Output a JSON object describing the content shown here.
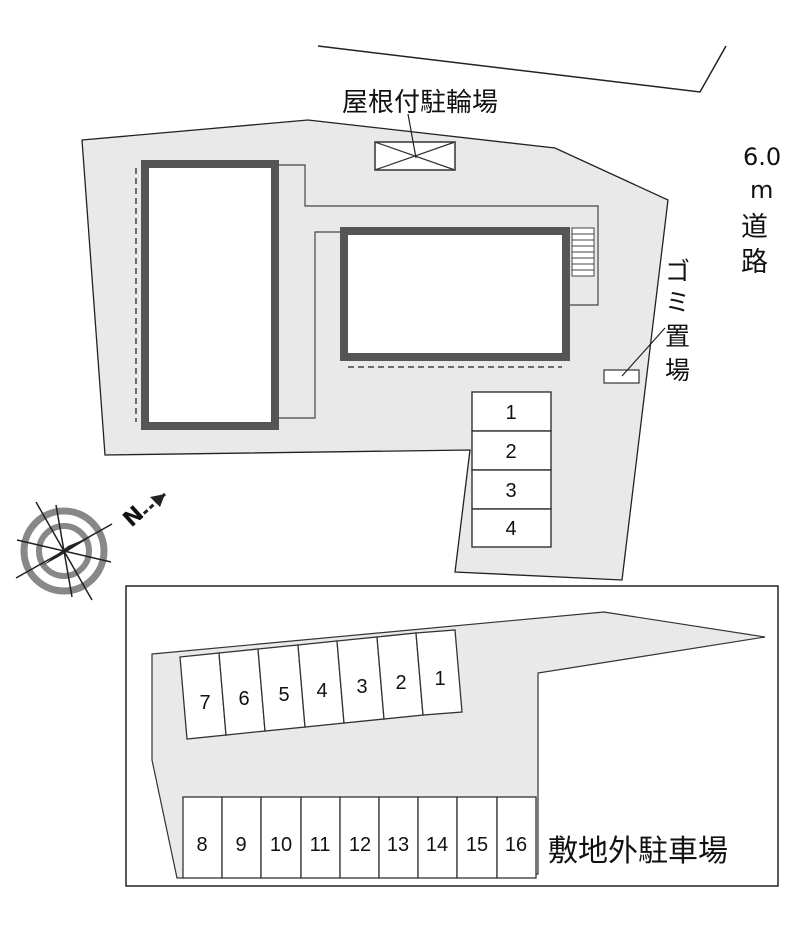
{
  "labels": {
    "bicycle_parking": "屋根付駐輪場",
    "road_width": "6.0",
    "road_unit": "m",
    "road_char1": "道",
    "road_char2": "路",
    "garbage_char1": "ゴ",
    "garbage_char2": "ミ",
    "garbage_char3": "置",
    "garbage_char4": "場",
    "offsite_parking": "敷地外駐車場",
    "north_letter": "N"
  },
  "onsite_parking": [
    "1",
    "2",
    "3",
    "4"
  ],
  "offsite_top_row": [
    "7",
    "6",
    "5",
    "4",
    "3",
    "2",
    "1"
  ],
  "offsite_bottom_row": [
    "8",
    "9",
    "10",
    "11",
    "12",
    "13",
    "14",
    "15",
    "16"
  ],
  "colors": {
    "lot_fill": "#e9e9e9",
    "building_border": "#555555",
    "line": "#222222"
  }
}
